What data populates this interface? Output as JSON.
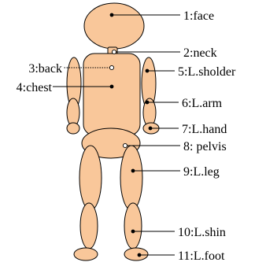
{
  "colors": {
    "body_fill": "#f9c79a",
    "outline": "#000000",
    "background": "#ffffff"
  },
  "labels": {
    "face": "1:face",
    "neck": "2:neck",
    "back": "3:back",
    "chest": "4:chest",
    "l_sholder": "5:L.sholder",
    "l_arm": "6:L.arm",
    "l_hand": "7:L.hand",
    "pelvis": "8: pelvis",
    "l_leg": "9:L.leg",
    "l_shin": "10:L.shin",
    "l_foot": "11:L.foot"
  }
}
